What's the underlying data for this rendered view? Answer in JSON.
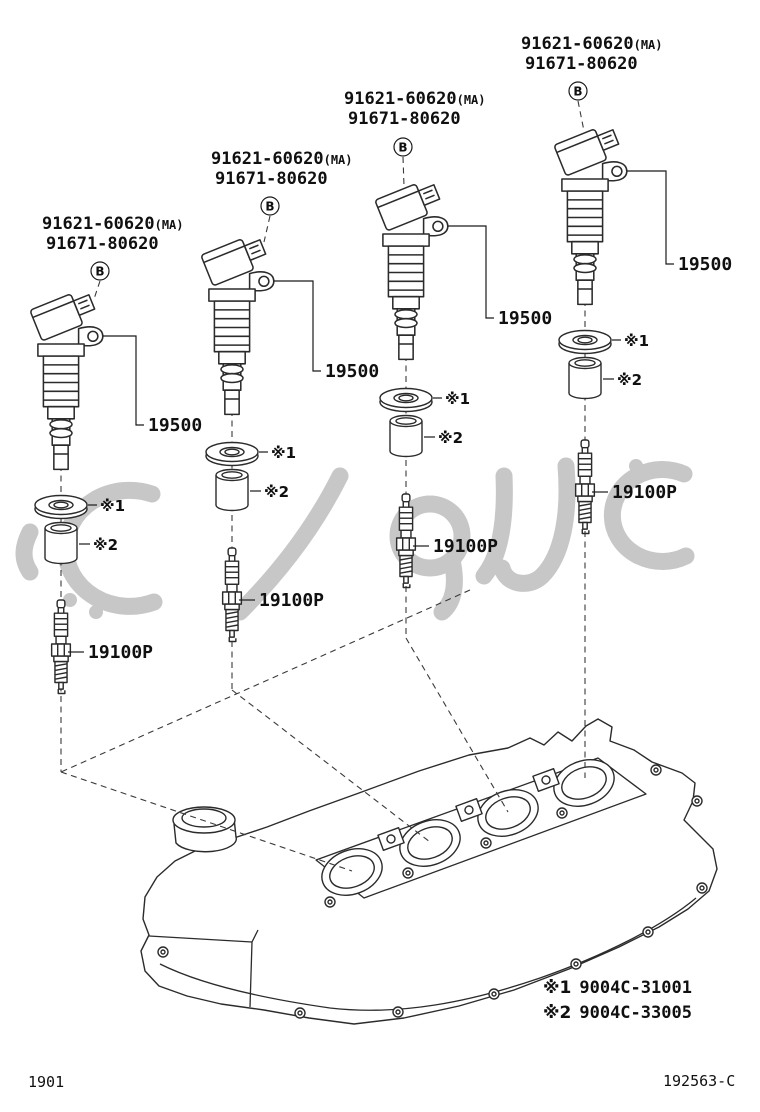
{
  "coil_labels": [
    {
      "line1": "91621-60620",
      "line1_suffix": "(MA)",
      "line2": "91671-80620",
      "connector_code": "B"
    },
    {
      "line1": "91621-60620",
      "line1_suffix": "(MA)",
      "line2": "91671-80620",
      "connector_code": "B"
    },
    {
      "line1": "91621-60620",
      "line1_suffix": "(MA)",
      "line2": "91671-80620",
      "connector_code": "B"
    },
    {
      "line1": "91621-60620",
      "line1_suffix": "(MA)",
      "line2": "91671-80620",
      "connector_code": "B"
    }
  ],
  "callouts": {
    "coil_assembly": "19500",
    "spark_plug": "19100P",
    "washer_note": "※1",
    "boot_note": "※2"
  },
  "footnotes": [
    {
      "mark": "※1",
      "part_number": "9004C-31001"
    },
    {
      "mark": "※2",
      "part_number": "9004C-33005"
    }
  ],
  "footer": {
    "page_number": "1901",
    "figure_code": "192563-C"
  }
}
